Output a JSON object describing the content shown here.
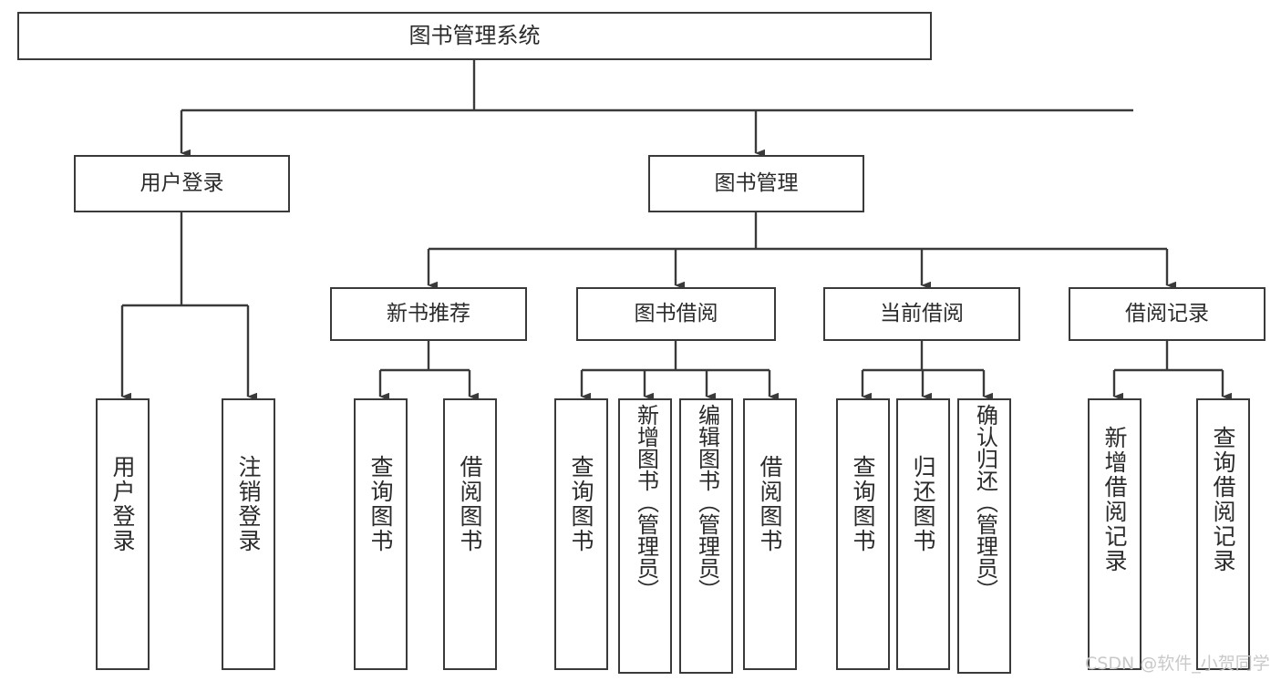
{
  "diagram": {
    "type": "tree-hierarchy",
    "title": "图书管理系统",
    "orientation": "top-down",
    "colors": {
      "box_border": "#3a3a3a",
      "box_fill": "#ffffff",
      "connector": "#3a3a3a",
      "text": "#2b2b2b",
      "watermark": "#c9c9c9",
      "background": "#ffffff"
    },
    "levels": {
      "level0": [
        "图书管理系统"
      ],
      "level1": [
        "用户登录",
        "图书管理"
      ],
      "level2": [
        "新书推荐",
        "图书借阅",
        "当前借阅",
        "借阅记录"
      ],
      "level3": [
        "用户登录",
        "注销登录",
        "查询图书",
        "借阅图书",
        "查询图书",
        "新增图书（管理员）",
        "编辑图书（管理员）",
        "借阅图书",
        "查询图书",
        "归还图书",
        "确认归还（管理员）",
        "新增借阅记录",
        "查询借阅记录"
      ]
    },
    "edges": [
      {
        "from": "图书管理系统",
        "to": "用户登录"
      },
      {
        "from": "图书管理系统",
        "to": "图书管理"
      },
      {
        "from": "用户登录",
        "to": "用户登录(叶)"
      },
      {
        "from": "用户登录",
        "to": "注销登录"
      },
      {
        "from": "图书管理",
        "to": "新书推荐"
      },
      {
        "from": "图书管理",
        "to": "图书借阅"
      },
      {
        "from": "图书管理",
        "to": "当前借阅"
      },
      {
        "from": "图书管理",
        "to": "借阅记录"
      },
      {
        "from": "新书推荐",
        "to": "查询图书"
      },
      {
        "from": "新书推荐",
        "to": "借阅图书"
      },
      {
        "from": "图书借阅",
        "to": "查询图书"
      },
      {
        "from": "图书借阅",
        "to": "新增图书（管理员）"
      },
      {
        "from": "图书借阅",
        "to": "编辑图书（管理员）"
      },
      {
        "from": "图书借阅",
        "to": "借阅图书"
      },
      {
        "from": "当前借阅",
        "to": "查询图书"
      },
      {
        "from": "当前借阅",
        "to": "归还图书"
      },
      {
        "from": "当前借阅",
        "to": "确认归还（管理员）"
      },
      {
        "from": "借阅记录",
        "to": "新增借阅记录"
      },
      {
        "from": "借阅记录",
        "to": "查询借阅记录"
      }
    ]
  },
  "nodes": {
    "root": {
      "label": "图书管理系统"
    },
    "user_login": {
      "label": "用户登录"
    },
    "book_manage": {
      "label": "图书管理"
    },
    "new_book_rec": {
      "label": "新书推荐"
    },
    "book_borrow": {
      "label": "图书借阅"
    },
    "current_borrow": {
      "label": "当前借阅"
    },
    "borrow_record": {
      "label": "借阅记录"
    },
    "leaf_user_login": {
      "label": "用户登录"
    },
    "leaf_logout": {
      "label": "注销登录"
    },
    "leaf_query_book_1": {
      "label": "查询图书"
    },
    "leaf_borrow_book_1": {
      "label": "借阅图书"
    },
    "leaf_query_book_2": {
      "label": "查询图书"
    },
    "leaf_add_book": {
      "label": "新增图书（管理员）"
    },
    "leaf_edit_book": {
      "label": "编辑图书（管理员）"
    },
    "leaf_borrow_book_2": {
      "label": "借阅图书"
    },
    "leaf_query_book_3": {
      "label": "查询图书"
    },
    "leaf_return_book": {
      "label": "归还图书"
    },
    "leaf_confirm_return": {
      "label": "确认归还（管理员）"
    },
    "leaf_add_record": {
      "label": "新增借阅记录"
    },
    "leaf_query_record": {
      "label": "查询借阅记录"
    }
  },
  "watermark": {
    "text": "CSDN @软件_小贺同学"
  }
}
